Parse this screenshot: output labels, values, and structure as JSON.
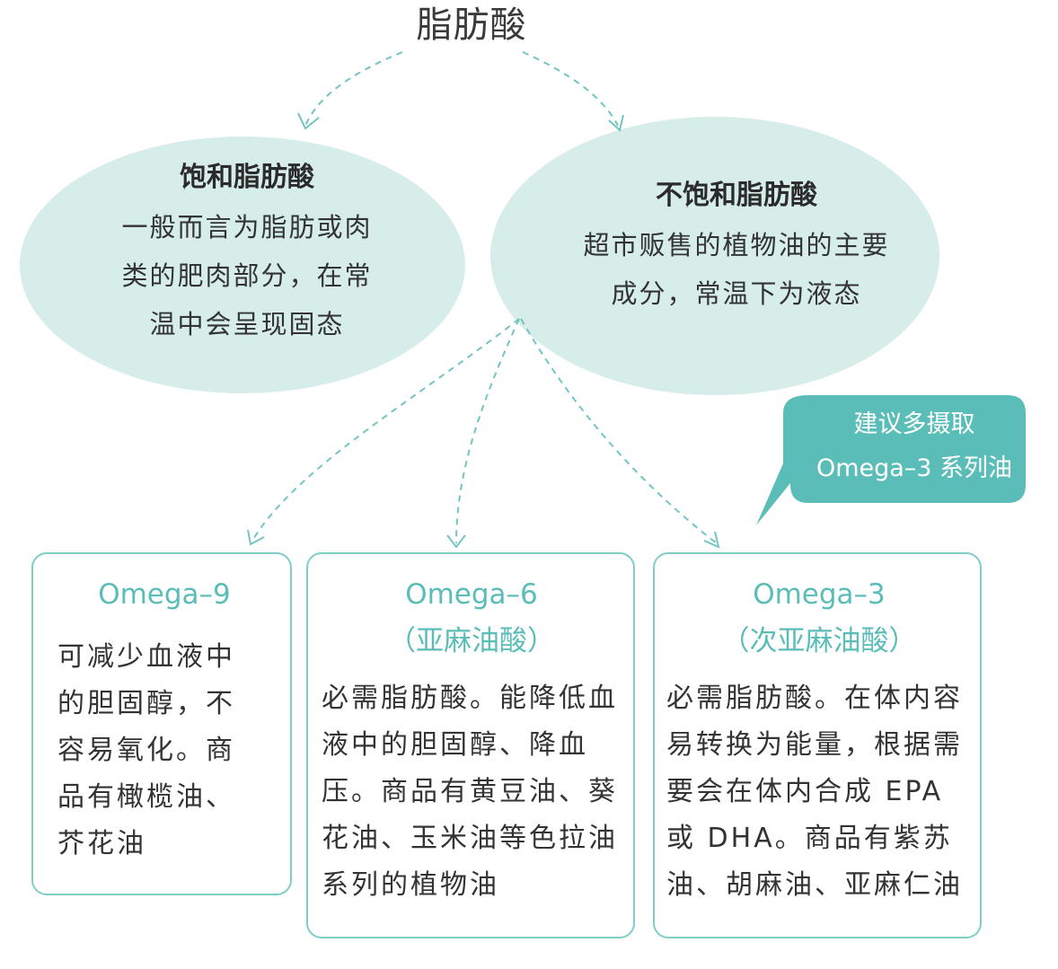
{
  "root": {
    "title": "脂肪酸"
  },
  "saturated": {
    "title": "饱和脂肪酸",
    "lines": [
      "一般而言为脂肪或肉",
      "类的肥肉部分，在常",
      "温中会呈现固态"
    ]
  },
  "unsaturated": {
    "title": "不饱和脂肪酸",
    "lines": [
      "超市贩售的植物油的主要",
      "成分，常温下为液态"
    ]
  },
  "omega9": {
    "title": "Omega–9",
    "lines": [
      "可减少血液中",
      "的胆固醇，不",
      "容易氧化。商",
      "品有橄榄油、",
      "芥花油"
    ]
  },
  "omega6": {
    "title": "Omega–6",
    "subtitle": "（亚麻油酸）",
    "lines": [
      "必需脂肪酸。能降低血",
      "液中的胆固醇、降血",
      "压。商品有黄豆油、葵",
      "花油、玉米油等色拉油",
      "系列的植物油"
    ]
  },
  "omega3": {
    "title": "Omega–3",
    "subtitle": "（次亚麻油酸）",
    "lines": [
      "必需脂肪酸。在体内容",
      "易转换为能量，根据需",
      "要会在体内合成 EPA",
      "或 DHA。商品有紫苏",
      "油、胡麻油、亚麻仁油"
    ]
  },
  "callout": {
    "lines": [
      "建议多摄取",
      "Omega–3 系列油"
    ]
  },
  "colors": {
    "accent": "#5bbdb8",
    "ellipse_fill": "#d6edea",
    "box_border": "#7fcdc7",
    "arrow": "#72c5c0",
    "bubble_fill": "#5bbdb8"
  }
}
